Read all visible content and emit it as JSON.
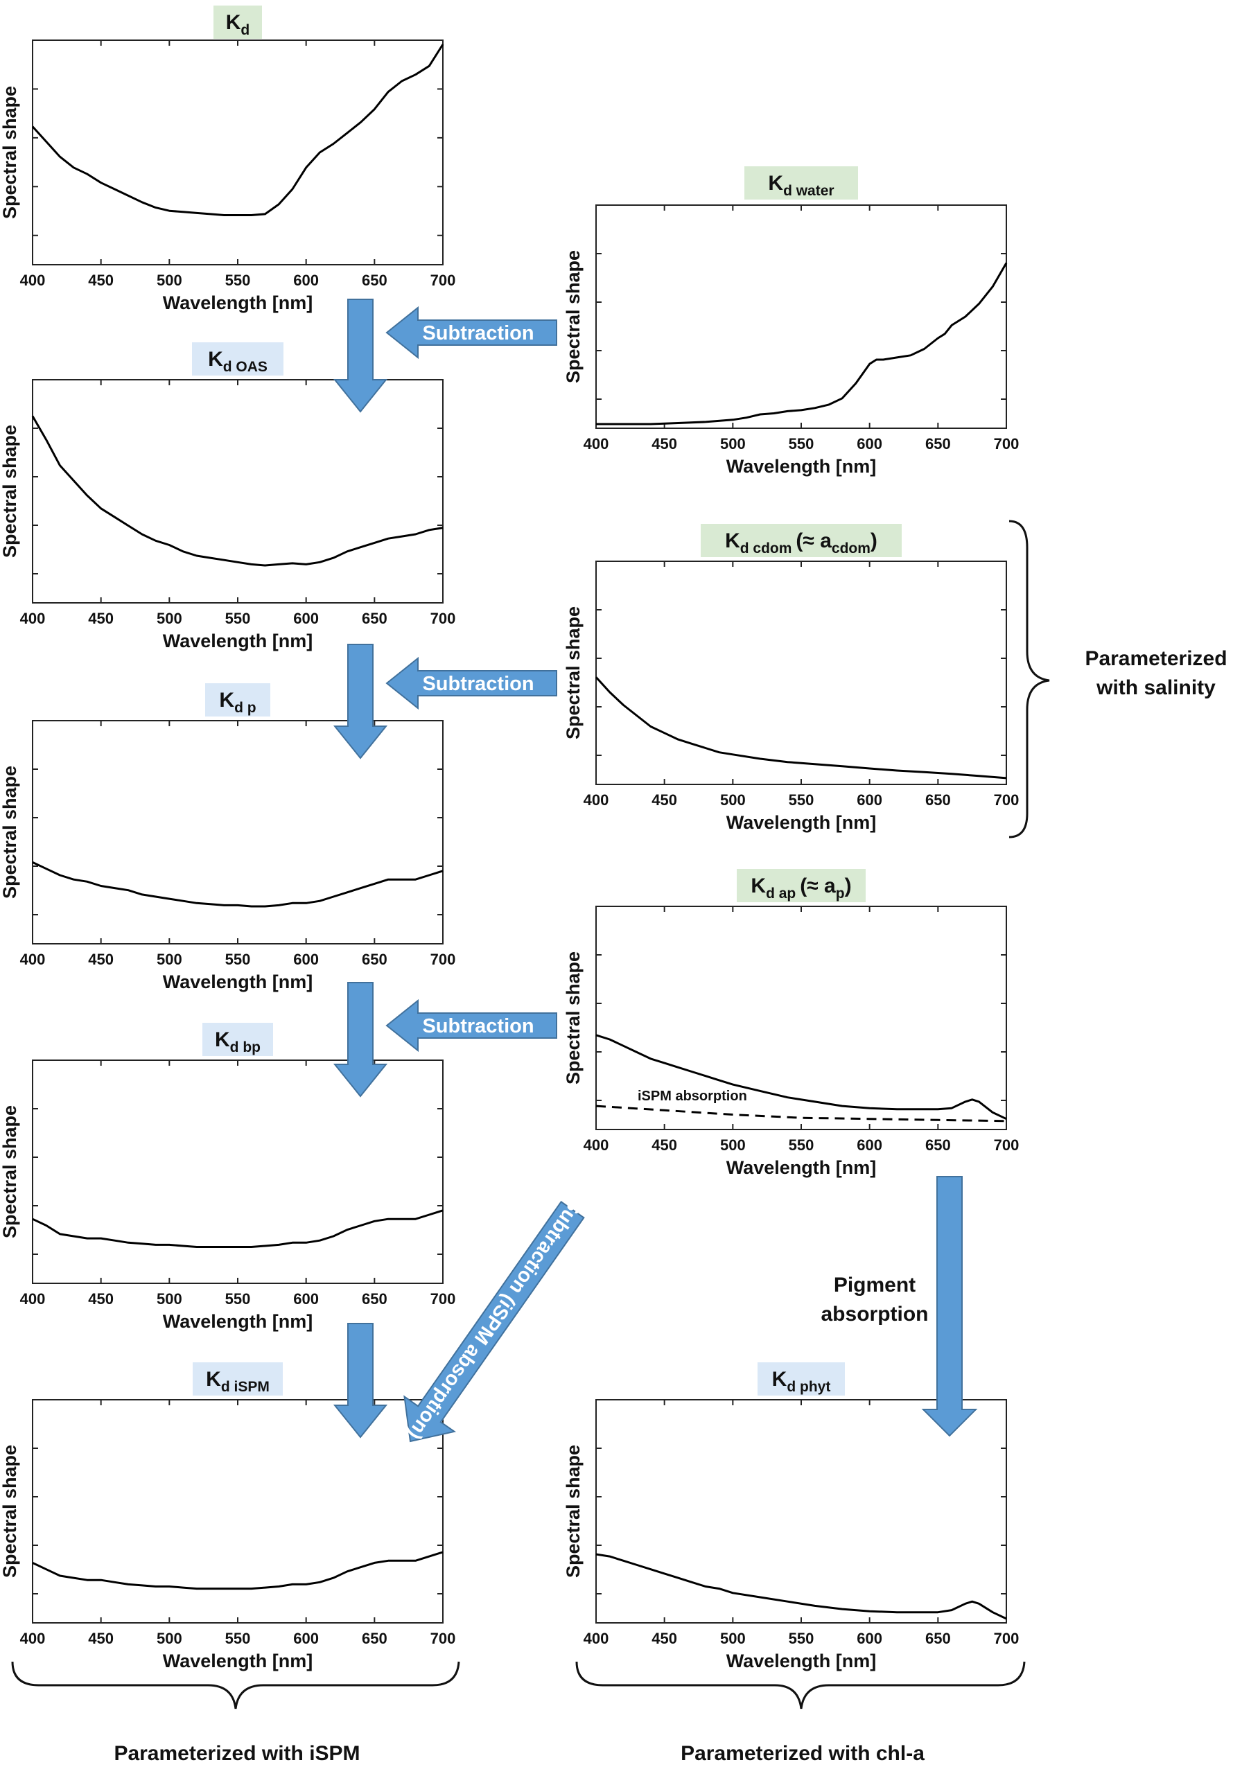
{
  "colors": {
    "arrow": "#5b9bd5",
    "tag_green": "#d9ead3",
    "tag_blue": "#dae8f7"
  },
  "axes": {
    "xlabel": "Wavelength [nm]",
    "ylabel": "Spectral shape",
    "xticks": [
      "400",
      "450",
      "500",
      "550",
      "600",
      "650",
      "700"
    ]
  },
  "panels": [
    {
      "id": "kd",
      "tag_color": "green",
      "title_main": "K",
      "title_sub": "d",
      "curves": [
        {
          "style": "solid",
          "x": [
            400,
            410,
            420,
            430,
            440,
            450,
            460,
            470,
            480,
            490,
            500,
            510,
            520,
            530,
            540,
            550,
            560,
            570,
            580,
            590,
            600,
            610,
            620,
            630,
            640,
            650,
            660,
            670,
            680,
            690,
            700
          ],
          "y": [
            0.62,
            0.55,
            0.48,
            0.43,
            0.4,
            0.36,
            0.33,
            0.3,
            0.27,
            0.245,
            0.23,
            0.225,
            0.22,
            0.215,
            0.21,
            0.21,
            0.21,
            0.215,
            0.26,
            0.33,
            0.43,
            0.5,
            0.54,
            0.59,
            0.64,
            0.7,
            0.78,
            0.83,
            0.86,
            0.9,
            1.0
          ]
        }
      ]
    },
    {
      "id": "kdwater",
      "tag_color": "green",
      "title_main": "K",
      "title_sub": "d water",
      "curves": [
        {
          "style": "solid",
          "x": [
            400,
            420,
            440,
            460,
            480,
            500,
            510,
            520,
            530,
            540,
            550,
            560,
            570,
            580,
            590,
            600,
            605,
            610,
            620,
            630,
            640,
            650,
            655,
            660,
            670,
            680,
            690,
            700
          ],
          "y": [
            0.0,
            0.0,
            0.0,
            0.005,
            0.01,
            0.02,
            0.03,
            0.045,
            0.05,
            0.06,
            0.065,
            0.075,
            0.09,
            0.12,
            0.19,
            0.28,
            0.3,
            0.3,
            0.31,
            0.32,
            0.35,
            0.4,
            0.42,
            0.46,
            0.5,
            0.56,
            0.64,
            0.75
          ]
        }
      ]
    },
    {
      "id": "kdoas",
      "tag_color": "blue",
      "title_main": "K",
      "title_sub": "d OAS",
      "curves": [
        {
          "style": "solid",
          "x": [
            400,
            410,
            420,
            430,
            440,
            450,
            460,
            470,
            480,
            490,
            500,
            510,
            520,
            530,
            540,
            550,
            560,
            570,
            580,
            590,
            600,
            610,
            620,
            630,
            640,
            650,
            660,
            670,
            680,
            690,
            700
          ],
          "y": [
            0.85,
            0.74,
            0.62,
            0.55,
            0.48,
            0.42,
            0.38,
            0.34,
            0.3,
            0.27,
            0.25,
            0.22,
            0.2,
            0.19,
            0.18,
            0.17,
            0.16,
            0.155,
            0.16,
            0.165,
            0.16,
            0.17,
            0.19,
            0.22,
            0.24,
            0.26,
            0.28,
            0.29,
            0.3,
            0.32,
            0.33
          ]
        }
      ]
    },
    {
      "id": "kdcdom",
      "tag_color": "green",
      "title_main": "K",
      "title_sub": "d cdom",
      "title_extra": "(≈ a",
      "title_extra_sub": "cdom",
      "title_close": ")",
      "curves": [
        {
          "style": "solid",
          "x": [
            400,
            410,
            420,
            430,
            440,
            450,
            460,
            470,
            480,
            490,
            500,
            520,
            540,
            560,
            580,
            600,
            620,
            640,
            660,
            680,
            700
          ],
          "y": [
            0.48,
            0.41,
            0.35,
            0.3,
            0.25,
            0.22,
            0.19,
            0.17,
            0.15,
            0.13,
            0.12,
            0.1,
            0.085,
            0.075,
            0.065,
            0.055,
            0.045,
            0.038,
            0.03,
            0.02,
            0.01
          ]
        }
      ]
    },
    {
      "id": "kdp",
      "tag_color": "blue",
      "title_main": "K",
      "title_sub": "d p",
      "curves": [
        {
          "style": "solid",
          "x": [
            400,
            410,
            420,
            430,
            440,
            450,
            460,
            470,
            480,
            490,
            500,
            510,
            520,
            530,
            540,
            550,
            560,
            570,
            580,
            590,
            600,
            610,
            620,
            630,
            640,
            650,
            660,
            670,
            680,
            690,
            700
          ],
          "y": [
            0.36,
            0.33,
            0.3,
            0.28,
            0.27,
            0.25,
            0.24,
            0.23,
            0.21,
            0.2,
            0.19,
            0.18,
            0.17,
            0.165,
            0.16,
            0.16,
            0.155,
            0.155,
            0.16,
            0.17,
            0.17,
            0.18,
            0.2,
            0.22,
            0.24,
            0.26,
            0.28,
            0.28,
            0.28,
            0.3,
            0.32
          ]
        }
      ]
    },
    {
      "id": "kdap",
      "tag_color": "green",
      "title_main": "K",
      "title_sub": "d ap",
      "title_extra": "(≈ a",
      "title_extra_sub": "p",
      "title_close": ")",
      "annotation": "iSPM absorption",
      "curves": [
        {
          "style": "solid",
          "x": [
            400,
            410,
            420,
            430,
            440,
            450,
            460,
            470,
            480,
            490,
            500,
            520,
            540,
            560,
            580,
            600,
            620,
            640,
            650,
            660,
            670,
            675,
            680,
            690,
            700
          ],
          "y": [
            0.42,
            0.4,
            0.37,
            0.34,
            0.31,
            0.29,
            0.27,
            0.25,
            0.23,
            0.21,
            0.19,
            0.16,
            0.13,
            0.11,
            0.09,
            0.08,
            0.075,
            0.075,
            0.075,
            0.08,
            0.11,
            0.12,
            0.11,
            0.06,
            0.03
          ]
        },
        {
          "style": "dashed",
          "x": [
            400,
            450,
            500,
            550,
            600,
            650,
            700
          ],
          "y": [
            0.09,
            0.07,
            0.05,
            0.035,
            0.03,
            0.025,
            0.02
          ]
        }
      ]
    },
    {
      "id": "kdbp",
      "tag_color": "blue",
      "title_main": "K",
      "title_sub": "d bp",
      "curves": [
        {
          "style": "solid",
          "x": [
            400,
            410,
            420,
            430,
            440,
            450,
            460,
            470,
            480,
            490,
            500,
            510,
            520,
            530,
            540,
            550,
            560,
            570,
            580,
            590,
            600,
            610,
            620,
            630,
            640,
            650,
            660,
            670,
            680,
            690,
            700
          ],
          "y": [
            0.28,
            0.25,
            0.21,
            0.2,
            0.19,
            0.19,
            0.18,
            0.17,
            0.165,
            0.16,
            0.16,
            0.155,
            0.15,
            0.15,
            0.15,
            0.15,
            0.15,
            0.155,
            0.16,
            0.17,
            0.17,
            0.18,
            0.2,
            0.23,
            0.25,
            0.27,
            0.28,
            0.28,
            0.28,
            0.3,
            0.32
          ]
        }
      ]
    },
    {
      "id": "kdispm",
      "tag_color": "blue",
      "title_main": "K",
      "title_sub": "d iSPM",
      "curves": [
        {
          "style": "solid",
          "x": [
            400,
            410,
            420,
            430,
            440,
            450,
            460,
            470,
            480,
            490,
            500,
            510,
            520,
            530,
            540,
            550,
            560,
            570,
            580,
            590,
            600,
            610,
            620,
            630,
            640,
            650,
            660,
            670,
            680,
            690,
            700
          ],
          "y": [
            0.26,
            0.23,
            0.2,
            0.19,
            0.18,
            0.18,
            0.17,
            0.16,
            0.155,
            0.15,
            0.15,
            0.145,
            0.14,
            0.14,
            0.14,
            0.14,
            0.14,
            0.145,
            0.15,
            0.16,
            0.16,
            0.17,
            0.19,
            0.22,
            0.24,
            0.26,
            0.27,
            0.27,
            0.27,
            0.29,
            0.31
          ]
        }
      ]
    },
    {
      "id": "kdphyt",
      "tag_color": "blue",
      "title_main": "K",
      "title_sub": "d phyt",
      "curves": [
        {
          "style": "solid",
          "x": [
            400,
            410,
            420,
            430,
            440,
            450,
            460,
            470,
            480,
            490,
            500,
            520,
            540,
            560,
            580,
            600,
            620,
            640,
            650,
            660,
            670,
            675,
            680,
            690,
            700
          ],
          "y": [
            0.3,
            0.29,
            0.27,
            0.25,
            0.23,
            0.21,
            0.19,
            0.17,
            0.15,
            0.14,
            0.12,
            0.1,
            0.08,
            0.06,
            0.045,
            0.035,
            0.03,
            0.03,
            0.03,
            0.04,
            0.07,
            0.08,
            0.07,
            0.03,
            0.0
          ]
        }
      ]
    }
  ],
  "arrows": {
    "subtraction_label": "Subtraction",
    "diag_label": "Subtraction (iSPM absorption)",
    "pigment_label_line1": "Pigment",
    "pigment_label_line2": "absorption"
  },
  "notes": {
    "salinity_line1": "Parameterized",
    "salinity_line2": "with salinity",
    "ispm": "Parameterized with iSPM",
    "chla": "Parameterized with chl-a"
  }
}
